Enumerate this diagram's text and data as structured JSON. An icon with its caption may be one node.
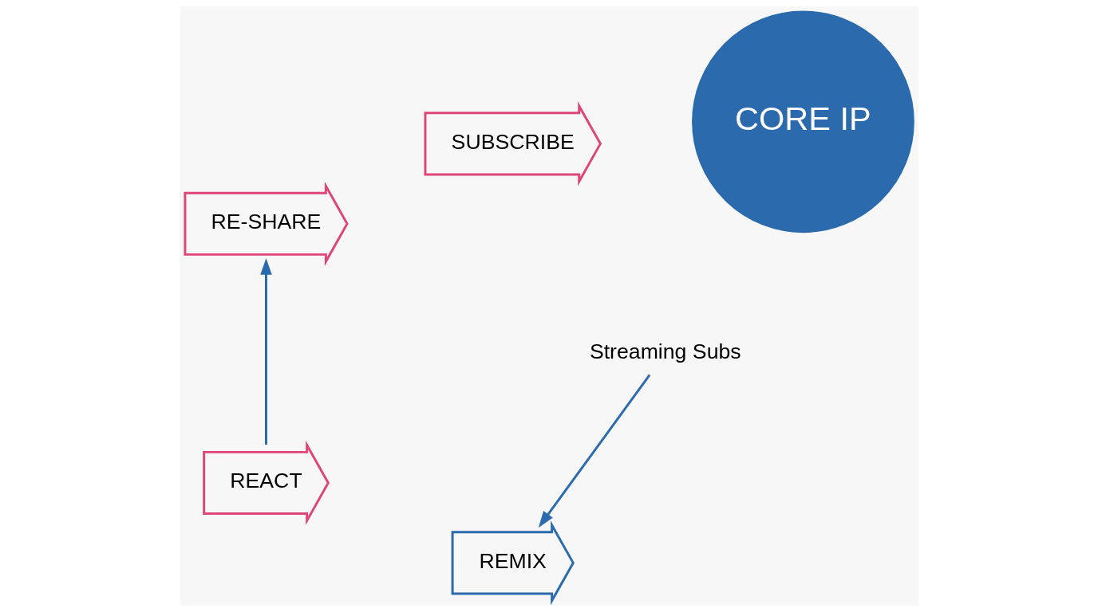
{
  "diagram": {
    "nodes": [
      {
        "text": [
          "CORE IP"
        ]
      },
      {
        "text": [
          "REMIX"
        ]
      },
      {
        "text": [
          "REACT"
        ]
      },
      {
        "text": [
          "RE-SHARE"
        ]
      },
      {
        "text": [
          "SUBSCRIBE"
        ]
      },
      {
        "text": [
          "Streaming Subs"
        ]
      }
    ],
    "edges": [
      {
        "from": 5,
        "to": 1,
        "arrow": "to"
      },
      {
        "from": 2,
        "to": 3,
        "arrow": "to"
      }
    ]
  }
}
